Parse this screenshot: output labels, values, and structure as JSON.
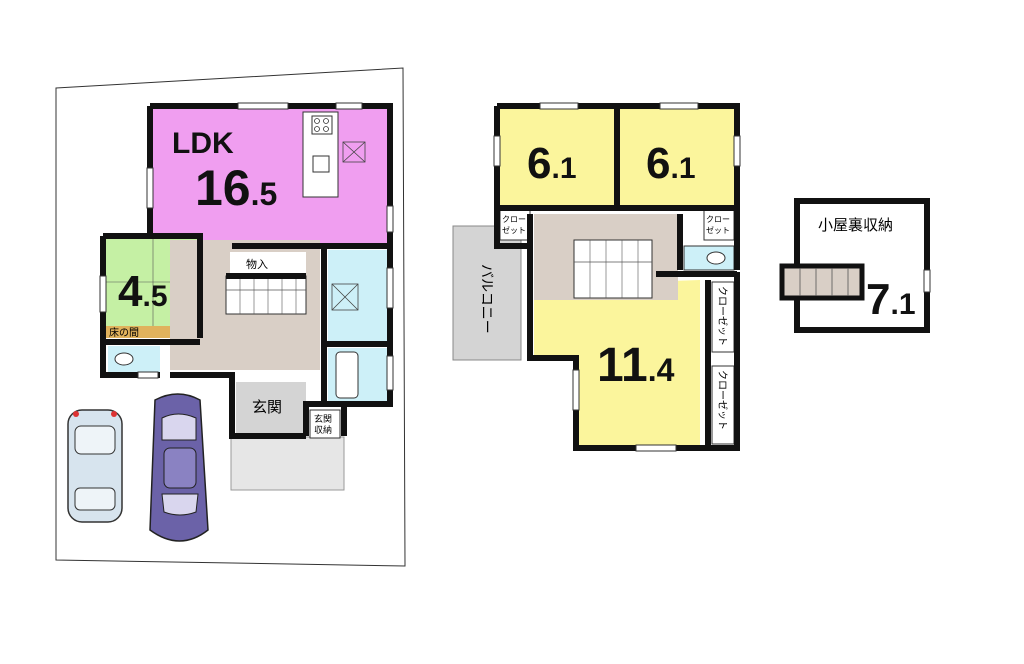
{
  "floor1": {
    "ldk": {
      "name": "LDK",
      "size_int": "16",
      "size_dec": ".5"
    },
    "washitsu": {
      "size_int": "4",
      "size_dec": ".5",
      "tokonoma": "床の間"
    },
    "storage": "物入",
    "entrance": "玄関",
    "entrance_storage_1": "玄関",
    "entrance_storage_2": "収納"
  },
  "floor2": {
    "room_a": {
      "size_int": "6",
      "size_dec": ".1"
    },
    "room_b": {
      "size_int": "6",
      "size_dec": ".1"
    },
    "room_c": {
      "size_int": "11",
      "size_dec": ".4"
    },
    "closet_small_1": "クロー",
    "closet_small_2": "ゼット",
    "closet_long": "クローゼット",
    "balcony": "バルコニー"
  },
  "attic": {
    "name": "小屋裏収納",
    "size_int": "7",
    "size_dec": ".1"
  },
  "colors": {
    "ldk": "#f09ef0",
    "washitsu": "#c5f0a4",
    "bedroom": "#fbf59c",
    "wet": "#cdf0f8",
    "hall": "#d9cfc6",
    "balcony": "#d4d4d4",
    "car_white": "#d7e4ee",
    "car_purple": "#6b62a8",
    "wall": "#111111"
  }
}
